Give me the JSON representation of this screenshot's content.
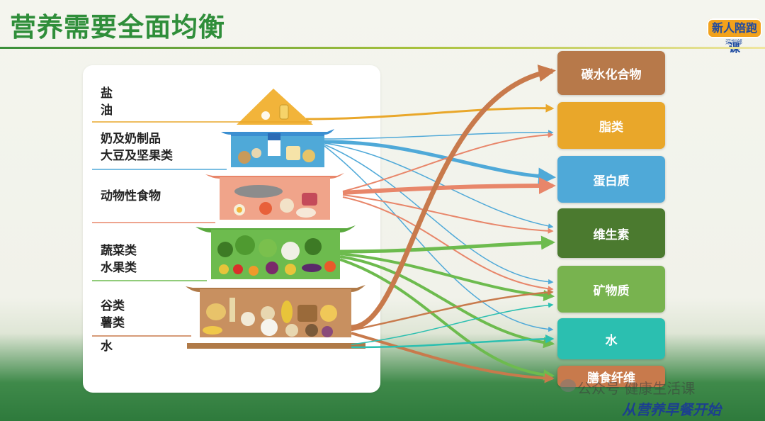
{
  "title": "营养需要全面均衡",
  "logo": {
    "badge": "新人陪跑课",
    "sub": "深圳部"
  },
  "pyramid_labels": [
    {
      "id": "salt-oil",
      "text": "盐\n油"
    },
    {
      "id": "dairy-soy",
      "text": "奶及奶制品\n大豆及坚果类"
    },
    {
      "id": "animal",
      "text": "动物性食物"
    },
    {
      "id": "veg-fruit",
      "text": "蔬菜类\n水果类"
    },
    {
      "id": "grain-tuber",
      "text": "谷类\n薯类"
    },
    {
      "id": "water",
      "text": "水"
    }
  ],
  "nutrients": [
    {
      "id": "carb",
      "label": "碳水化合物",
      "color": "#b7794a"
    },
    {
      "id": "fat",
      "label": "脂类",
      "color": "#e9a72a"
    },
    {
      "id": "protein",
      "label": "蛋白质",
      "color": "#4fa9d8"
    },
    {
      "id": "vitamin",
      "label": "维生素",
      "color": "#4b7a2f"
    },
    {
      "id": "mineral",
      "label": "矿物质",
      "color": "#78b34f"
    },
    {
      "id": "water",
      "label": "水",
      "color": "#2bbfb0"
    },
    {
      "id": "fiber",
      "label": "膳食纤维",
      "color": "#c87a4c"
    }
  ],
  "arrow_colors": {
    "oil": "#e9a72a",
    "dairy": "#4fa9d8",
    "animal": "#e8866a",
    "veg": "#6dbb4e",
    "grain": "#c87a4c",
    "water": "#2bbfb0"
  },
  "watermark": {
    "line1": "公众号 健康生活课",
    "line2": "从营养早餐开始"
  }
}
